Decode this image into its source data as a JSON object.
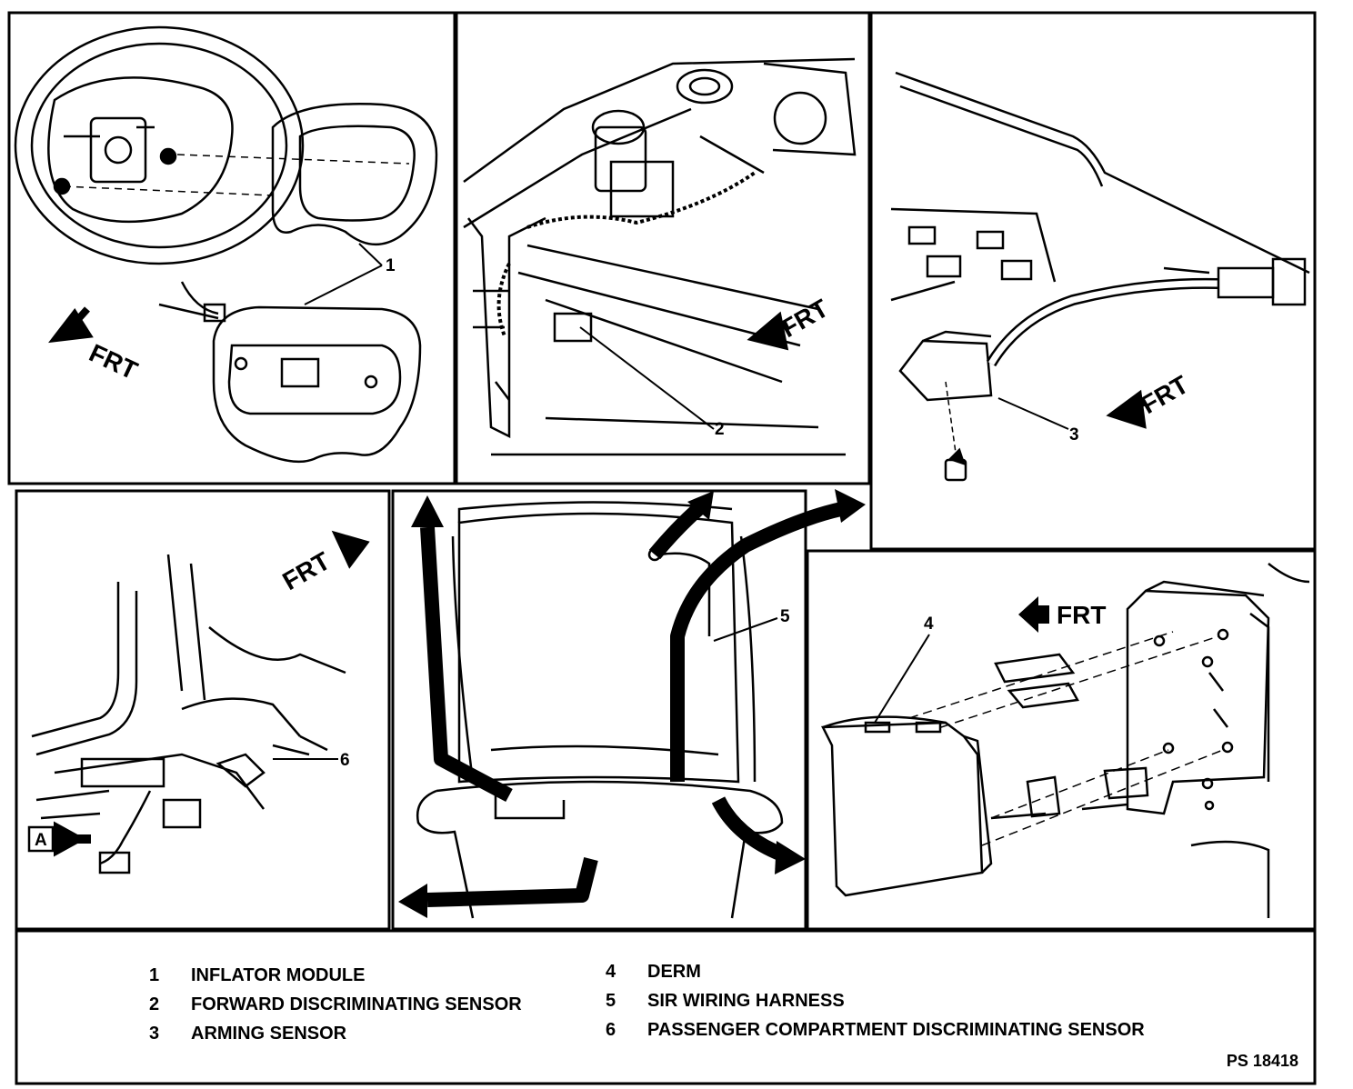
{
  "callouts": {
    "c1": "1",
    "c2": "2",
    "c3": "3",
    "c4": "4",
    "c5": "5",
    "c6": "6"
  },
  "front_labels": {
    "panel1": "FRT",
    "panel2": "FRT",
    "panel3": "FRT",
    "panel4": "FRT",
    "panel6": "FRT"
  },
  "view_marker": "A",
  "legend": [
    {
      "num": "1",
      "text": "INFLATOR MODULE"
    },
    {
      "num": "2",
      "text": "FORWARD DISCRIMINATING SENSOR"
    },
    {
      "num": "3",
      "text": "ARMING SENSOR"
    },
    {
      "num": "4",
      "text": "DERM"
    },
    {
      "num": "5",
      "text": "SIR WIRING HARNESS"
    },
    {
      "num": "6",
      "text": "PASSENGER COMPARTMENT DISCRIMINATING SENSOR"
    }
  ],
  "figure_code": "PS 18418"
}
